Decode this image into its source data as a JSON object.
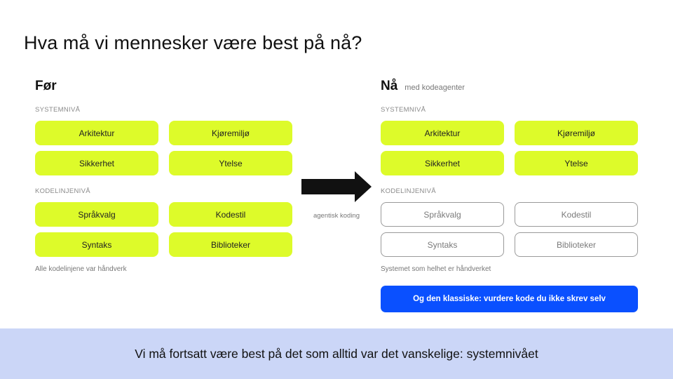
{
  "slide": {
    "title": "Hva må vi mennesker være best på nå?",
    "colors": {
      "accent_lime": "#DDFB2A",
      "accent_blue": "#0A50FF",
      "banner_bg": "#CBD6F7"
    }
  },
  "before": {
    "title": "Før",
    "system_label": "SYSTEMNIVÅ",
    "system_items": [
      "Arkitektur",
      "Kjøremiljø",
      "Sikkerhet",
      "Ytelse"
    ],
    "code_label": "KODELINJENIVÅ",
    "code_items": [
      "Språkvalg",
      "Kodestil",
      "Syntaks",
      "Biblioteker"
    ],
    "note": "Alle kodelinjene var håndverk"
  },
  "arrow": {
    "icon": "right-arrow-icon",
    "label": "agentisk koding"
  },
  "after": {
    "title": "Nå",
    "subtitle": "med kodeagenter",
    "system_label": "SYSTEMNIVÅ",
    "system_items": [
      "Arkitektur",
      "Kjøremiljø",
      "Sikkerhet",
      "Ytelse"
    ],
    "code_label": "KODELINJENIVÅ",
    "code_items": [
      "Språkvalg",
      "Kodestil",
      "Syntaks",
      "Biblioteker"
    ],
    "note": "Systemet som helhet er håndverket",
    "cta": "Og den klassiske: vurdere kode du ikke skrev selv"
  },
  "banner": {
    "text": "Vi må fortsatt være best på det som alltid var det vanskelige: systemnivået"
  }
}
